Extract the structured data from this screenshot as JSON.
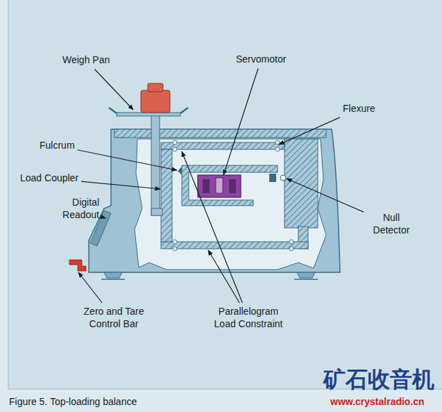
{
  "diagram": {
    "caption": "Figure 5. Top-loading balance",
    "labels": [
      "Weigh Pan",
      "Servomotor",
      "Flexure",
      "Fulcrum",
      "Load Coupler",
      "Digital Readout",
      "Null Detector",
      "Zero and Tare Control Bar",
      "Parallelogram Load Constraint",
      "矿石收音机",
      "www.crystalradio.cn"
    ]
  }
}
